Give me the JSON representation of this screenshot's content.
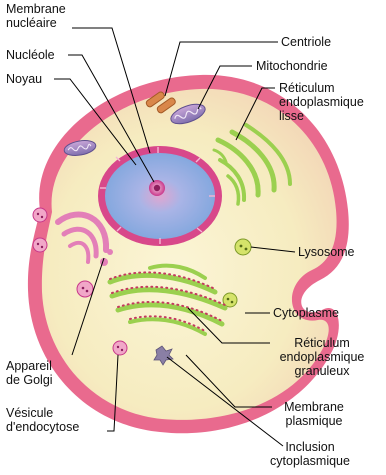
{
  "labels": {
    "membrane_nucleaire": "Membrane\nnucléaire",
    "nucleole": "Nucléole",
    "noyau": "Noyau",
    "centriole": "Centriole",
    "mitochondrie": "Mitochondrie",
    "reticulum_lisse": "Réticulum\nendoplasmique\nlisse",
    "lysosome": "Lysosome",
    "cytoplasme": "Cytoplasme",
    "reticulum_granuleux": "Réticulum\nendoplasmique\ngranuleux",
    "membrane_plasmique": "Membrane\nplasmique",
    "inclusion": "Inclusion\ncytoplasmique",
    "golgi": "Appareil\nde Golgi",
    "vesicule": "Vésicule\nd'endocytose"
  },
  "colors": {
    "cell_outer": "#e96a8e",
    "cytoplasm": "#f6f0c4",
    "nucleus_envelope": "#d8488a",
    "nucleoplasm": "#8fb3e2",
    "nucleolus": "#c8378a",
    "golgi": "#e37fb8",
    "er": "#9bd04f",
    "leader": "#000000"
  }
}
